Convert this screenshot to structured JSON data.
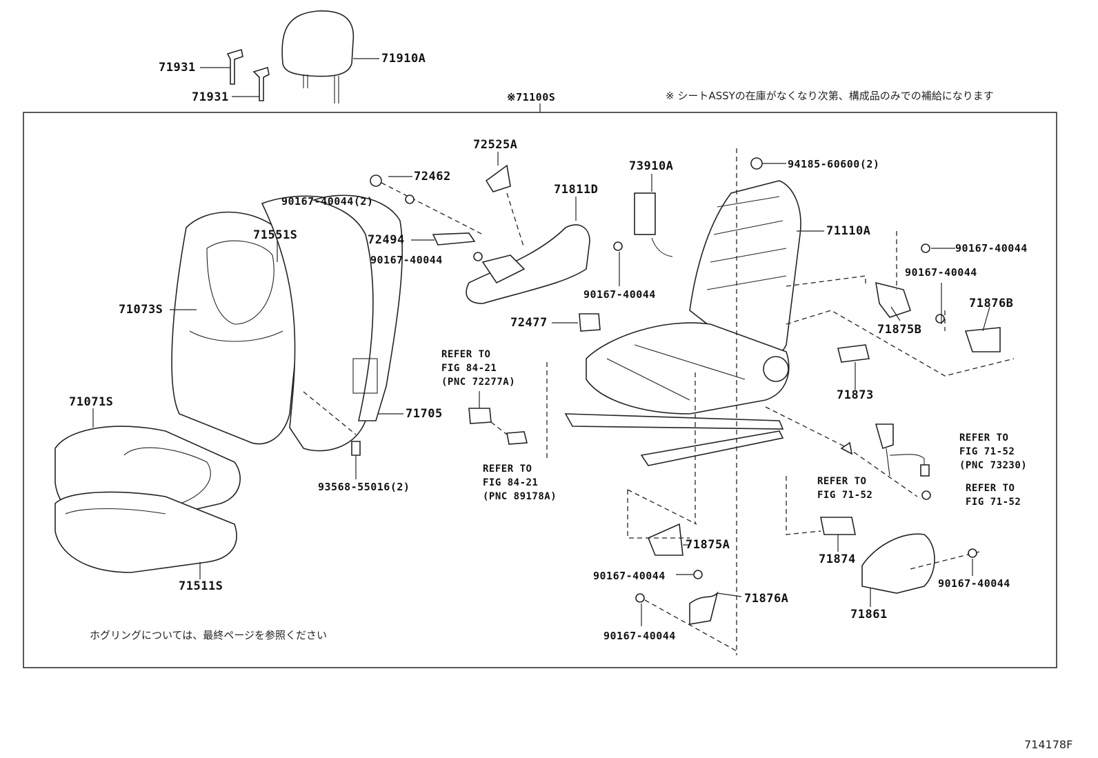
{
  "group_label": "※71100S",
  "note_top": "※ シートASSYの在庫がなくなり次第、構成品のみでの補給になります",
  "note_bottom": "ホグリングについては、最終ページを参照ください",
  "figure_id": "714178F",
  "parts": {
    "p71910A": "71910A",
    "p71931a": "71931",
    "p71931b": "71931",
    "p72525A": "72525A",
    "p72462": "72462",
    "p90167_2": "90167-40044(2)",
    "p71811D": "71811D",
    "p73910A": "73910A",
    "p94185": "94185-60600(2)",
    "p71110A": "71110A",
    "p72494": "72494",
    "p90167_a": "90167-40044",
    "p71551S": "71551S",
    "p90167_b": "90167-40044",
    "p90167_c": "90167-40044",
    "p90167_d": "90167-40044",
    "p71073S": "71073S",
    "p72477": "72477",
    "p71875B": "71875B",
    "p71876B": "71876B",
    "p71071S": "71071S",
    "p71705": "71705",
    "p71873": "71873",
    "p93568": "93568-55016(2)",
    "p71875A": "71875A",
    "p71874": "71874",
    "p90167_e": "90167-40044",
    "p90167_f": "90167-40044",
    "p71876A": "71876A",
    "p71861": "71861",
    "p90167_g": "90167-40044",
    "p71511S": "71511S"
  },
  "refs": {
    "r1": "REFER TO\nFIG 84-21\n(PNC 72277A)",
    "r2": "REFER TO\nFIG 84-21\n(PNC 89178A)",
    "r3": "REFER TO\nFIG 71-52\n(PNC 73230)",
    "r4": "REFER TO\nFIG 71-52",
    "r5": "REFER TO\nFIG 71-52"
  }
}
